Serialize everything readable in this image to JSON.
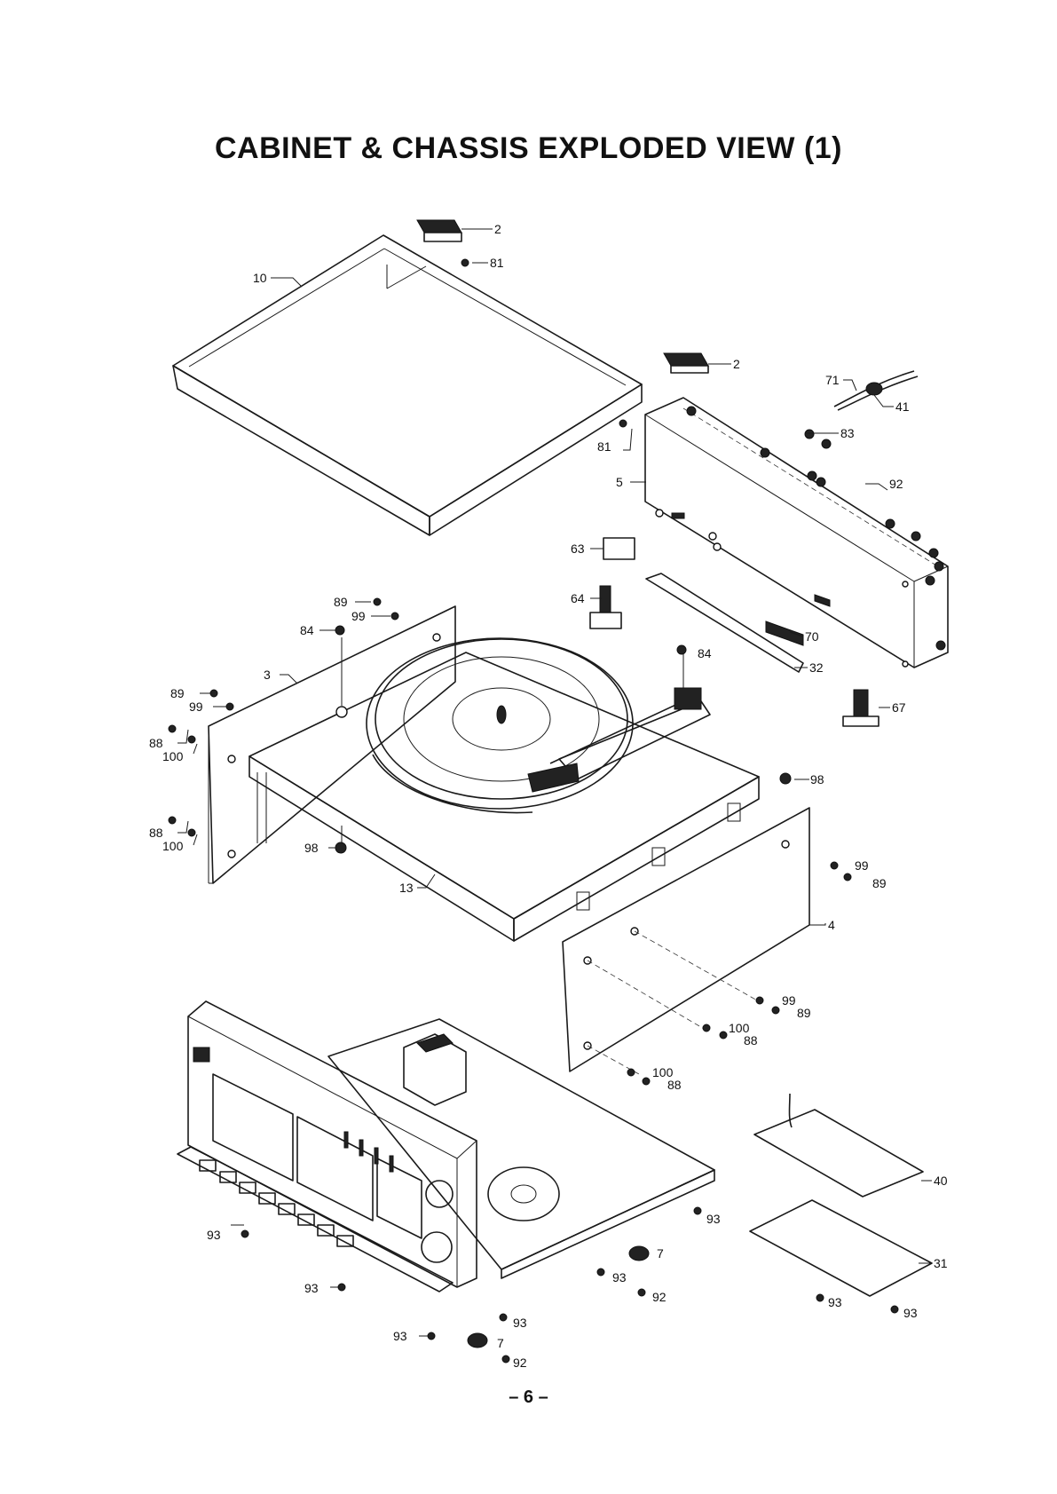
{
  "title": "CABINET & CHASSIS EXPLODED VIEW (1)",
  "page_number": "– 6 –",
  "callouts": {
    "c2a": "2",
    "c81a": "81",
    "c10": "10",
    "c2b": "2",
    "c71": "71",
    "c41": "41",
    "c81b": "81",
    "c83": "83",
    "c5": "5",
    "c92a": "92",
    "c63": "63",
    "c64": "64",
    "c70": "70",
    "c89a": "89",
    "c99a": "99",
    "c84a": "84",
    "c84b": "84",
    "c32": "32",
    "c3": "3",
    "c89b": "89",
    "c99b": "99",
    "c67": "67",
    "c88a": "88",
    "c100a": "100",
    "c98a": "98",
    "c88b": "88",
    "c100b": "100",
    "c98b": "98",
    "c99c": "99",
    "c89c": "89",
    "c13": "13",
    "c4": "4",
    "c99d": "99",
    "c89d": "89",
    "c100c": "100",
    "c88c": "88",
    "c100d": "100",
    "c88d": "88",
    "c40": "40",
    "c93a": "93",
    "c7a": "7",
    "c93b": "93",
    "c31": "31",
    "c92b": "92",
    "c93c": "93",
    "c93d": "93",
    "c93e": "93",
    "c93f": "93",
    "c7b": "7",
    "c93g": "93",
    "c92c": "92",
    "c93h": "93"
  }
}
